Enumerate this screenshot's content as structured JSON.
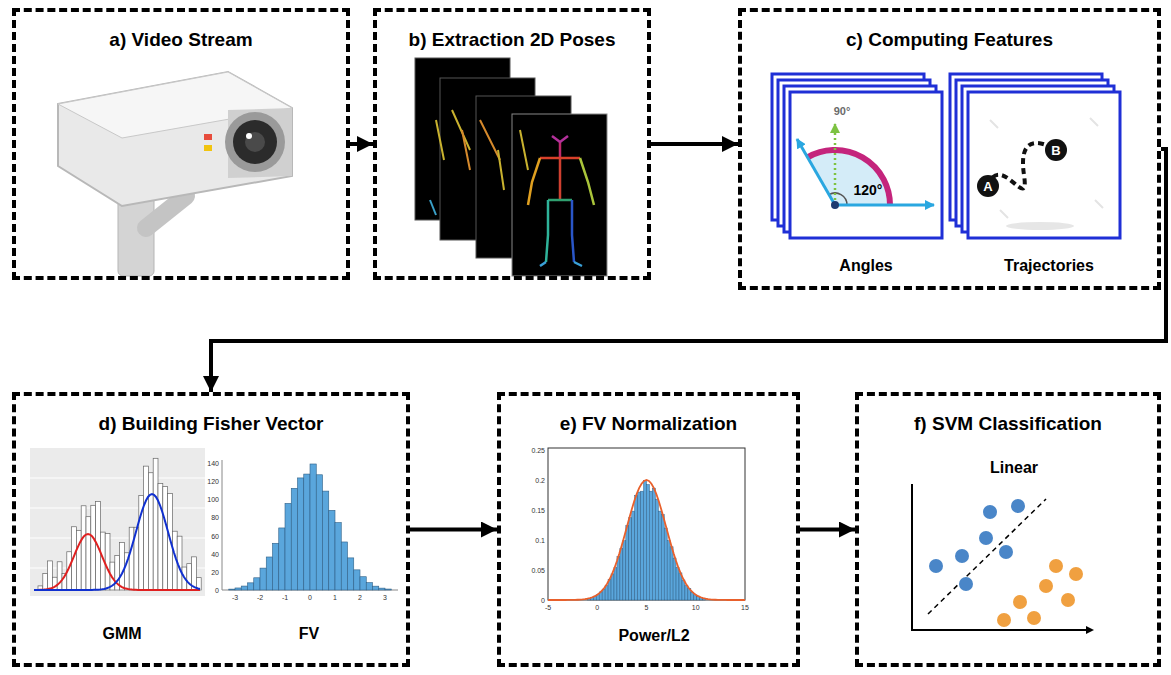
{
  "diagram": {
    "nodes": [
      {
        "text": [
          "a) Video Stream"
        ]
      },
      {
        "text": [
          "b) Extraction 2D Poses"
        ]
      },
      {
        "text": [
          "c) Computing Features",
          "Angles",
          "Trajectories"
        ]
      },
      {
        "text": [
          "d) Building Fisher Vector",
          "GMM",
          "FV"
        ]
      },
      {
        "text": [
          "e) FV Normalization",
          "Power/L2"
        ]
      },
      {
        "text": [
          "f) SVM Classification",
          "Linear"
        ]
      }
    ],
    "edges": [
      {
        "from": 0,
        "to": 1,
        "arrow": "to"
      },
      {
        "from": 1,
        "to": 2,
        "arrow": "to"
      },
      {
        "from": 2,
        "to": 3,
        "arrow": "to"
      },
      {
        "from": 3,
        "to": 4,
        "arrow": "to"
      },
      {
        "from": 4,
        "to": 5,
        "arrow": "to"
      }
    ],
    "labels": [
      "90°",
      "120°",
      "A",
      "B",
      "0",
      "20",
      "40",
      "60",
      "80",
      "100",
      "120",
      "140",
      "-3",
      "-2",
      "-1",
      "0",
      "1",
      "2",
      "3",
      "0",
      "0.05",
      "0.1",
      "0.15",
      "0.2",
      "0.25",
      "-5",
      "0",
      "5",
      "10",
      "15"
    ]
  }
}
